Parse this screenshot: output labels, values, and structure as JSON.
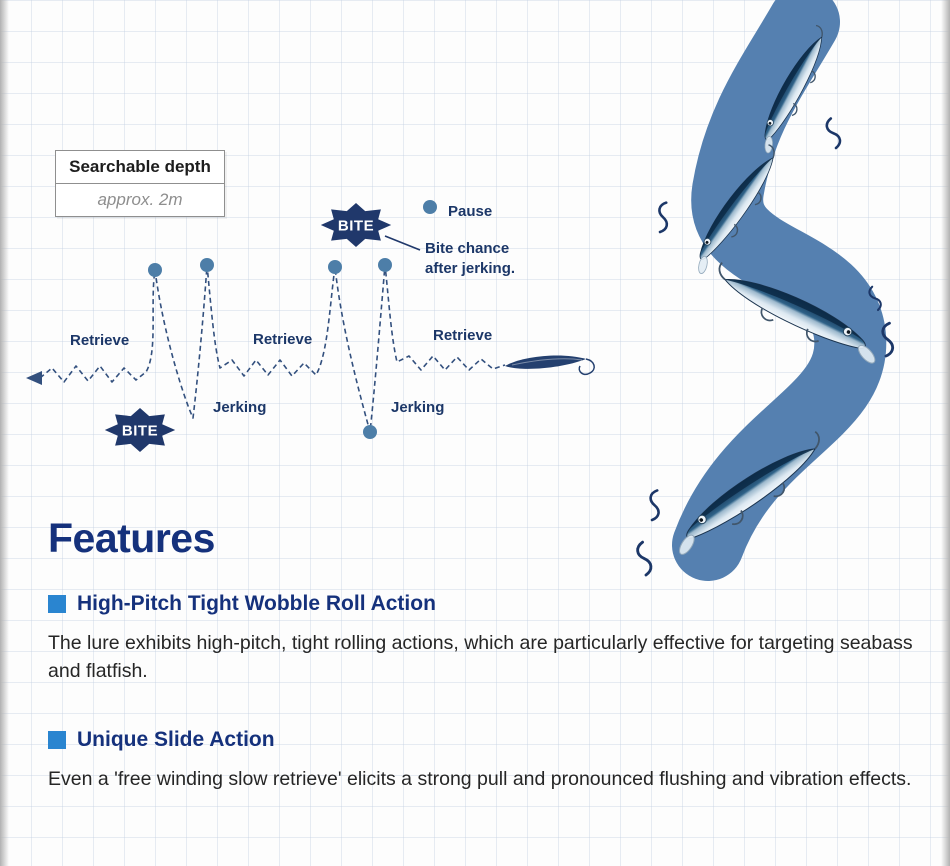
{
  "depth_box": {
    "title": "Searchable depth",
    "value": "approx. 2m"
  },
  "diagram": {
    "bite_label": "BITE",
    "pause_label": "Pause",
    "bite_chance_1": "Bite chance",
    "bite_chance_2": "after jerking.",
    "retrieve_left": "Retrieve",
    "retrieve_mid": "Retrieve",
    "retrieve_right": "Retrieve",
    "jerking_left": "Jerking",
    "jerking_right": "Jerking"
  },
  "features": {
    "title": "Features",
    "items": [
      {
        "heading": "High-Pitch Tight Wobble Roll Action",
        "body": "The lure exhibits high-pitch, tight rolling actions, which are particularly effective for targeting seabass and flatfish."
      },
      {
        "heading": "Unique Slide Action",
        "body": "Even a 'free winding slow retrieve' elicits a strong pull and pronounced flushing and vibration effects."
      }
    ]
  },
  "colors": {
    "navy_text": "#1c3768",
    "headline_blue": "#15317c",
    "bullet_blue": "#2a85d0",
    "dot_blue": "#4d7ea8",
    "ribbon_blue": "#5580b0",
    "badge_navy": "#20386b",
    "line_navy": "#33507e"
  }
}
